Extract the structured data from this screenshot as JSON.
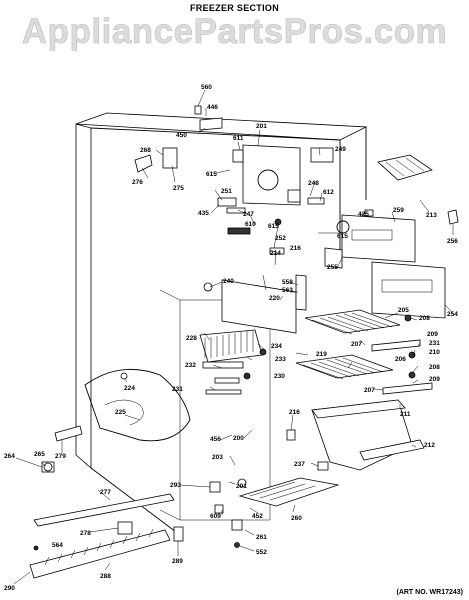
{
  "header": {
    "section_title": "FREEZER SECTION",
    "watermark": "AppliancePartsPros.com",
    "art_no": "(ART NO. WR17243)"
  },
  "callouts": [
    {
      "id": "560",
      "text": "560"
    },
    {
      "id": "446",
      "text": "446"
    },
    {
      "id": "450",
      "text": "450"
    },
    {
      "id": "611",
      "text": "611"
    },
    {
      "id": "201",
      "text": "201"
    },
    {
      "id": "268",
      "text": "268"
    },
    {
      "id": "275",
      "text": "275"
    },
    {
      "id": "276",
      "text": "276"
    },
    {
      "id": "615a",
      "text": "615"
    },
    {
      "id": "251",
      "text": "251"
    },
    {
      "id": "249",
      "text": "249"
    },
    {
      "id": "248",
      "text": "248"
    },
    {
      "id": "612",
      "text": "612"
    },
    {
      "id": "435",
      "text": "435"
    },
    {
      "id": "247",
      "text": "247"
    },
    {
      "id": "610",
      "text": "610"
    },
    {
      "id": "615b",
      "text": "615"
    },
    {
      "id": "252",
      "text": "252"
    },
    {
      "id": "425",
      "text": "425"
    },
    {
      "id": "259",
      "text": "259"
    },
    {
      "id": "213",
      "text": "213"
    },
    {
      "id": "256",
      "text": "256"
    },
    {
      "id": "615c",
      "text": "615"
    },
    {
      "id": "216",
      "text": "216"
    },
    {
      "id": "214",
      "text": "214"
    },
    {
      "id": "255",
      "text": "255"
    },
    {
      "id": "240",
      "text": "240"
    },
    {
      "id": "558",
      "text": "558"
    },
    {
      "id": "563",
      "text": "563"
    },
    {
      "id": "220",
      "text": "220"
    },
    {
      "id": "254",
      "text": "254"
    },
    {
      "id": "205",
      "text": "205"
    },
    {
      "id": "208a",
      "text": "208"
    },
    {
      "id": "209a",
      "text": "209"
    },
    {
      "id": "228",
      "text": "228"
    },
    {
      "id": "234",
      "text": "234"
    },
    {
      "id": "207a",
      "text": "207"
    },
    {
      "id": "231a",
      "text": "231"
    },
    {
      "id": "219",
      "text": "219"
    },
    {
      "id": "210",
      "text": "210"
    },
    {
      "id": "233",
      "text": "233"
    },
    {
      "id": "232",
      "text": "232"
    },
    {
      "id": "206",
      "text": "206"
    },
    {
      "id": "208b",
      "text": "208"
    },
    {
      "id": "230",
      "text": "230"
    },
    {
      "id": "224",
      "text": "224"
    },
    {
      "id": "231b",
      "text": "231"
    },
    {
      "id": "207b",
      "text": "207"
    },
    {
      "id": "209b",
      "text": "209"
    },
    {
      "id": "211",
      "text": "211"
    },
    {
      "id": "225",
      "text": "225"
    },
    {
      "id": "216b",
      "text": "216"
    },
    {
      "id": "456",
      "text": "456"
    },
    {
      "id": "200",
      "text": "200"
    },
    {
      "id": "212",
      "text": "212"
    },
    {
      "id": "264",
      "text": "264"
    },
    {
      "id": "265",
      "text": "265"
    },
    {
      "id": "279",
      "text": "279"
    },
    {
      "id": "203",
      "text": "203"
    },
    {
      "id": "237",
      "text": "237"
    },
    {
      "id": "293",
      "text": "293"
    },
    {
      "id": "201b",
      "text": "201"
    },
    {
      "id": "277",
      "text": "277"
    },
    {
      "id": "609",
      "text": "609"
    },
    {
      "id": "452",
      "text": "452"
    },
    {
      "id": "260",
      "text": "260"
    },
    {
      "id": "278",
      "text": "278"
    },
    {
      "id": "261",
      "text": "261"
    },
    {
      "id": "564",
      "text": "564"
    },
    {
      "id": "289",
      "text": "289"
    },
    {
      "id": "552",
      "text": "552"
    },
    {
      "id": "288",
      "text": "288"
    },
    {
      "id": "290",
      "text": "290"
    }
  ]
}
